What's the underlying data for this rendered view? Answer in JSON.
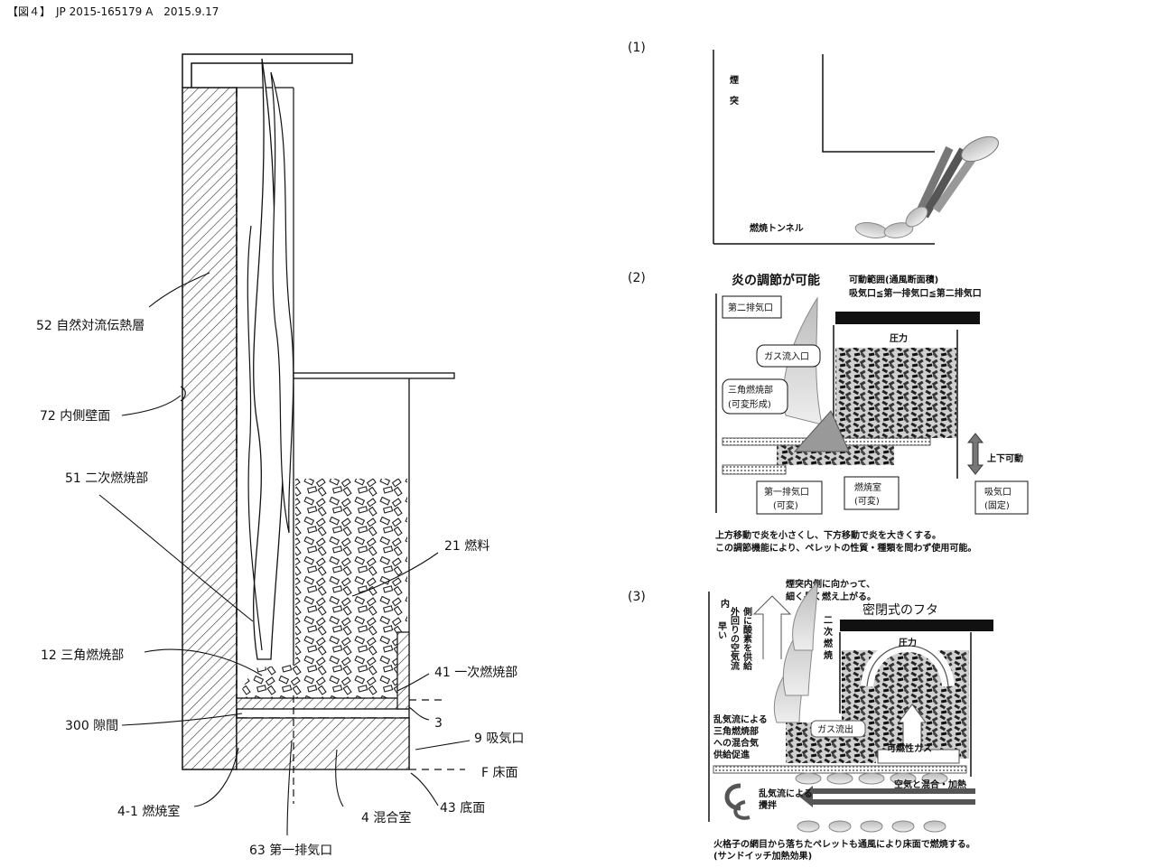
{
  "header": "【図４】　JP 2015-165179 A　2015.9.17",
  "left_labels": {
    "l52": "52 自然対流伝熱層",
    "l72": "72 内側壁面",
    "l51": "51 二次燃焼部",
    "l21": "21 燃料",
    "l12": "12 三角燃焼部",
    "l41": "41 一次燃焼部",
    "l300": "300 隙間",
    "l3": "3",
    "l9": "9 吸気口",
    "lF": "F 床面",
    "l4_1": "4-1 燃焼室",
    "l4": "4 混合室",
    "l43": "43 底面",
    "l63": "63 第一排気口"
  },
  "panel1": {
    "num": "(1)",
    "chimney_1": "煙",
    "chimney_2": "突",
    "tunnel": "燃焼トンネル"
  },
  "panel2": {
    "num": "(2)",
    "title_left": "炎の調節が可能",
    "title_right_1": "可動範囲(通風断面積)",
    "title_right_2": "吸気口≦第一排気口≦第二排気口",
    "second_exhaust": "第二排気口",
    "pressure": "圧力",
    "gas_inlet": "ガス流入口",
    "tri_1": "三角燃焼部",
    "tri_2": "(可変形成)",
    "updown": "上下可動",
    "first_ex_1": "第一排気口",
    "first_ex_2": "(可変)",
    "chamber_1": "燃焼室",
    "chamber_2": "(可変)",
    "intake_1": "吸気口",
    "intake_2": "(固定)",
    "note_1": "上方移動で炎を小さくし、下方移動で炎を大きくする。",
    "note_2": "この調節機能により、ペレットの性質・種類を問わず使用可能。"
  },
  "panel3": {
    "num": "(3)",
    "top_note_1": "煙突内側に向かって、",
    "top_note_2": "細く長く燃え上がる。",
    "lid": "密閉式のフタ",
    "pressure": "圧力",
    "col1": "外回りの空気流",
    "col2": "側に酸素を供給",
    "col3": "内",
    "col4": "早い",
    "secondary_1": "二",
    "secondary_2": "次",
    "secondary_3": "燃",
    "secondary_4": "焼",
    "gas_out": "ガス流出",
    "combustible_gas": "可燃性ガス",
    "turb_1": "乱気流による",
    "turb_2": "三角燃焼部",
    "turb_3": "への混合気",
    "turb_4": "供給促進",
    "stir_1": "乱気流による",
    "stir_2": "攪拌",
    "mix": "空気と混合・加熱",
    "note_1": "火格子の網目から落ちたペレットも通風により床面で燃焼する。",
    "note_2": "(サンドイッチ加熱効果)"
  }
}
